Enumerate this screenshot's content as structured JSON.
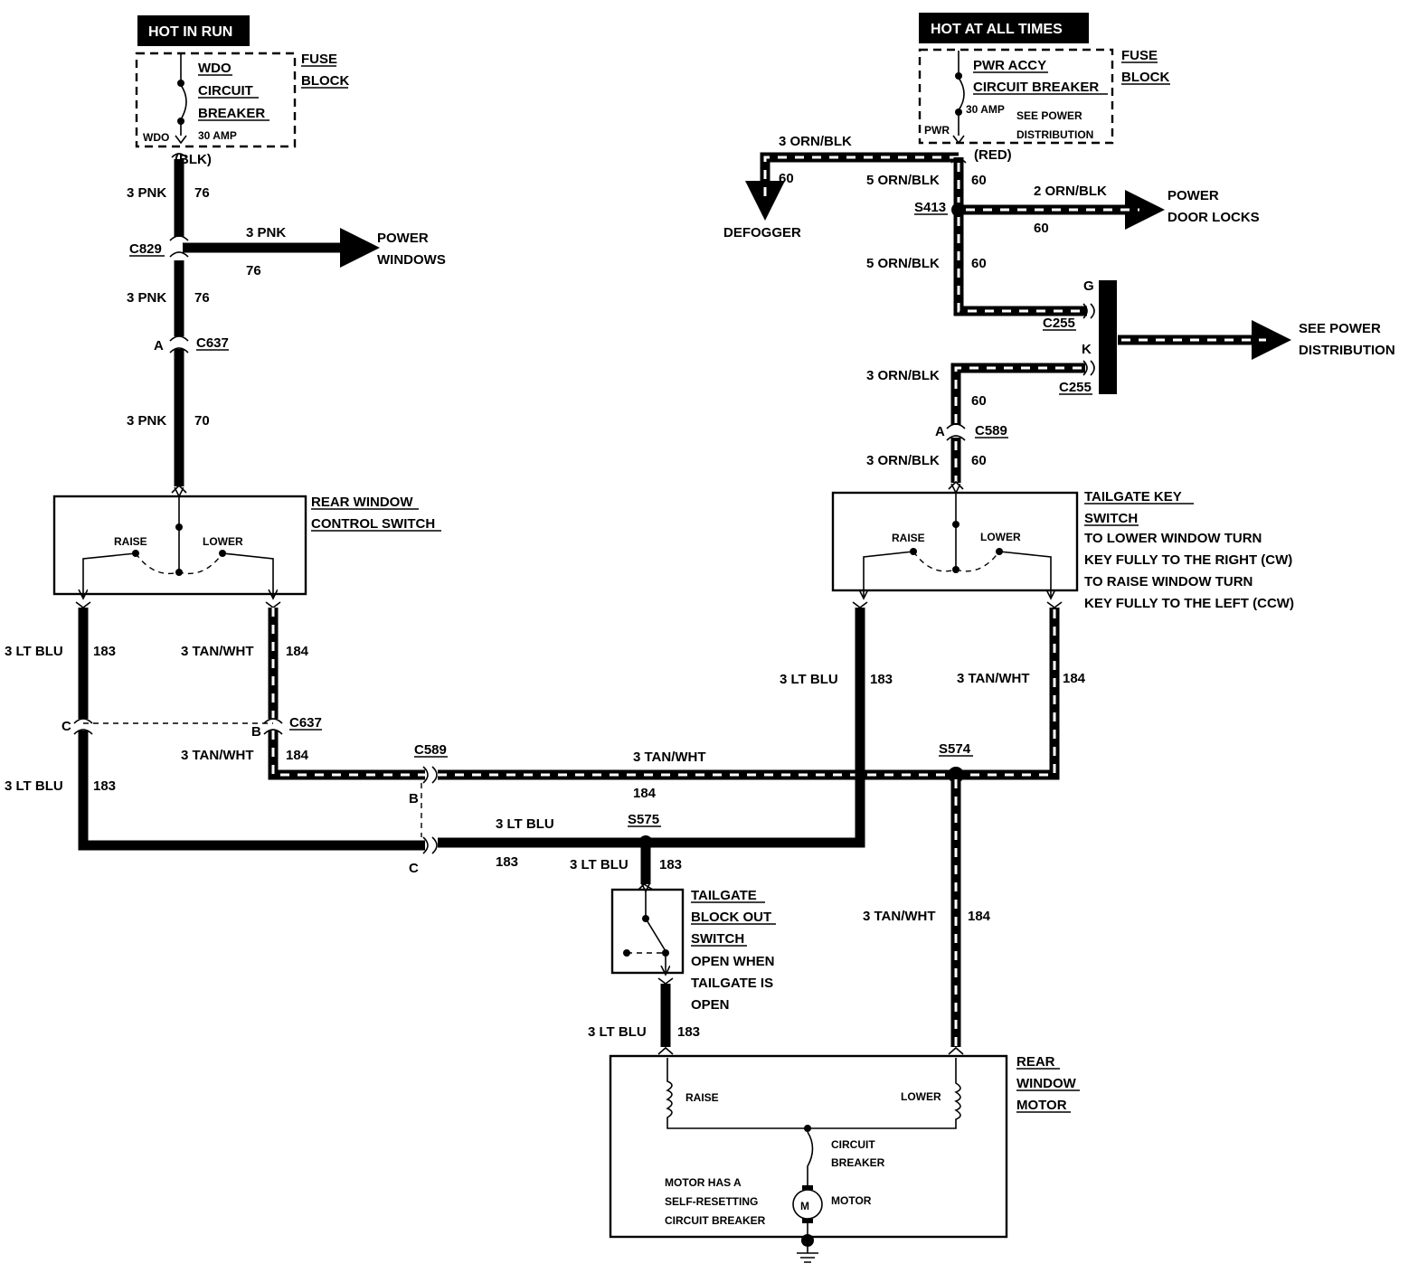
{
  "tags": {
    "hot_in_run": "HOT IN RUN",
    "hot_at_all_times": "HOT AT ALL TIMES"
  },
  "left_fuse": {
    "fuse_block": [
      "FUSE",
      "BLOCK"
    ],
    "breaker": [
      "WDO",
      "CIRCUIT",
      "BREAKER"
    ],
    "terminal": "WDO",
    "rating": "30 AMP",
    "out_color": "(BLK)"
  },
  "right_fuse": {
    "fuse_block": [
      "FUSE",
      "BLOCK"
    ],
    "breaker": [
      "PWR ACCY",
      "CIRCUIT BREAKER"
    ],
    "rating": "30 AMP",
    "note": [
      "SEE POWER",
      "DISTRIBUTION"
    ],
    "terminal": "PWR",
    "out_color": "(RED)"
  },
  "connectors": {
    "c829": "C829",
    "c637": "C637",
    "c589": "C589",
    "c255": "C255",
    "s413": "S413",
    "s574": "S574",
    "s575": "S575",
    "pin_a": "A",
    "pin_b": "B",
    "pin_c": "C",
    "pin_g": "G",
    "pin_k": "K"
  },
  "wires": {
    "pnk": "3 PNK",
    "w76": "76",
    "w70": "70",
    "orn3": "3 ORN/BLK",
    "orn5": "5 ORN/BLK",
    "orn2": "2 ORN/BLK",
    "w60": "60",
    "ltblu": "3 LT BLU",
    "w183": "183",
    "tanwht": "3 TAN/WHT",
    "w184": "184"
  },
  "destinations": {
    "power_windows": [
      "POWER",
      "WINDOWS"
    ],
    "defogger": "DEFOGGER",
    "power_door_locks": [
      "POWER",
      "DOOR LOCKS"
    ],
    "see_power_distribution": [
      "SEE POWER",
      "DISTRIBUTION"
    ]
  },
  "components": {
    "rear_window_control_switch": [
      "REAR WINDOW",
      "CONTROL SWITCH"
    ],
    "tailgate_key_switch": [
      "TAILGATE KEY",
      "SWITCH"
    ],
    "key_notes": [
      "TO LOWER WINDOW TURN",
      "KEY FULLY TO THE RIGHT (CW)",
      "TO RAISE WINDOW TURN",
      "KEY FULLY TO THE LEFT (CCW)"
    ],
    "tailgate_block_out_switch": [
      "TAILGATE",
      "BLOCK OUT",
      "SWITCH"
    ],
    "block_out_notes": [
      "OPEN WHEN",
      "TAILGATE IS",
      "OPEN"
    ],
    "rear_window_motor": [
      "REAR",
      "WINDOW",
      "MOTOR"
    ],
    "raise": "RAISE",
    "lower": "LOWER",
    "motor_circuit_breaker": [
      "CIRCUIT",
      "BREAKER"
    ],
    "motor_note": [
      "MOTOR HAS A",
      "SELF-RESETTING",
      "CIRCUIT BREAKER"
    ],
    "motor": "MOTOR",
    "motor_symbol": "M"
  }
}
